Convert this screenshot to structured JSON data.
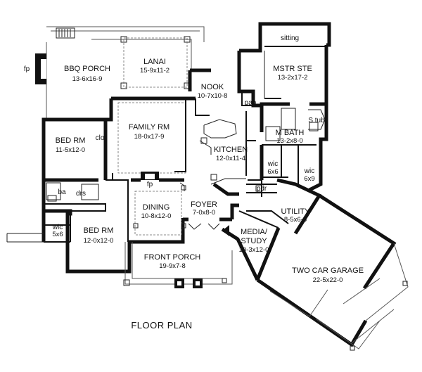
{
  "title": "FLOOR PLAN",
  "rooms": {
    "bbq_porch": {
      "name": "BBQ PORCH",
      "dim": "13-6x16-9"
    },
    "lanai": {
      "name": "LANAI",
      "dim": "15-9x11-2"
    },
    "mstr_ste": {
      "name": "MSTR STE",
      "dim": "13-2x17-2"
    },
    "sitting": {
      "name": "sitting"
    },
    "nook": {
      "name": "NOOK",
      "dim": "10-7x10-8"
    },
    "family_rm": {
      "name": "FAMILY RM",
      "dim": "18-0x17-9"
    },
    "bed_rm_1": {
      "name": "BED RM",
      "dim": "11-5x12-0"
    },
    "kitchen": {
      "name": "KITCHEN",
      "dim": "12-0x11-4"
    },
    "m_bath": {
      "name": "M BATH",
      "dim": "13-2x8-0"
    },
    "dining": {
      "name": "DINING",
      "dim": "10-8x12-0"
    },
    "foyer": {
      "name": "FOYER",
      "dim": "7-0x8-0"
    },
    "utility": {
      "name": "UTILITY",
      "dim": "8-5x6-6"
    },
    "media_study": {
      "name": "MEDIA/",
      "name2": "STUDY",
      "dim": "10-3x12-0"
    },
    "bed_rm_2": {
      "name": "BED RM",
      "dim": "12-0x12-0"
    },
    "front_porch": {
      "name": "FRONT PORCH",
      "dim": "19-9x7-8"
    },
    "garage": {
      "name": "TWO CAR GARAGE",
      "dim": "22-5x22-0"
    },
    "wic_bed": {
      "name": "wic",
      "dim": "5x6"
    },
    "wic_bath1": {
      "name": "wic",
      "dim": "6x6"
    },
    "wic_bath2": {
      "name": "wic",
      "dim": "6x9"
    }
  },
  "labels": {
    "fp_porch": "fp",
    "fp_family": "fp",
    "clo": "clo",
    "ba": "ba",
    "drs": "drs",
    "pan": "pan",
    "tub": "S tub",
    "pdr": "pdr"
  }
}
